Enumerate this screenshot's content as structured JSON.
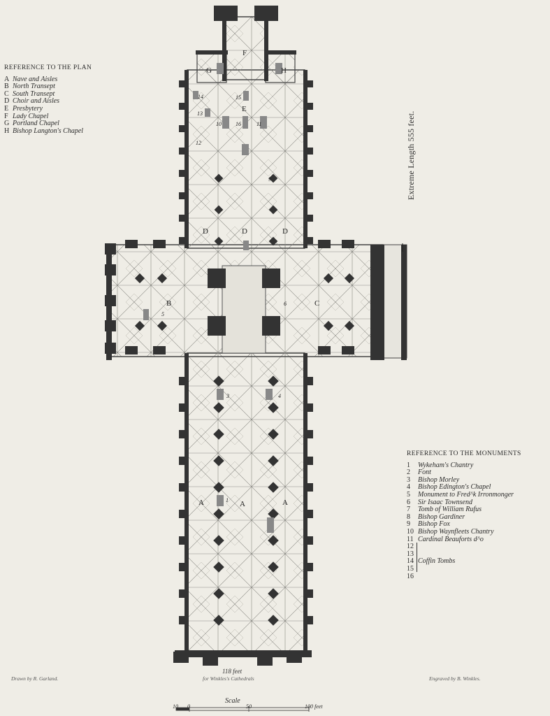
{
  "plan_reference": {
    "title": "REFERENCE TO THE PLAN",
    "items": [
      {
        "key": "A",
        "label": "Nave and Aisles"
      },
      {
        "key": "B",
        "label": "North Transept"
      },
      {
        "key": "C",
        "label": "South Transept"
      },
      {
        "key": "D",
        "label": "Choir and Aisles"
      },
      {
        "key": "E",
        "label": "Presbytery"
      },
      {
        "key": "F",
        "label": "Lady Chapel"
      },
      {
        "key": "G",
        "label": "Portland Chapel"
      },
      {
        "key": "H",
        "label": "Bishop Langton's Chapel"
      }
    ]
  },
  "monuments_reference": {
    "title": "REFERENCE TO THE MONUMENTS",
    "items": [
      {
        "key": "1",
        "label": "Wykeham's Chantry"
      },
      {
        "key": "2",
        "label": "Font"
      },
      {
        "key": "3",
        "label": "Bishop Morley"
      },
      {
        "key": "4",
        "label": "Bishop Edington's Chapel"
      },
      {
        "key": "5",
        "label": "Monument to Fred^k Irronmonger"
      },
      {
        "key": "6",
        "label": "Sir Isaac Townsend"
      },
      {
        "key": "7",
        "label": "Tomb of William Rufus"
      },
      {
        "key": "8",
        "label": "Bishop Gardiner"
      },
      {
        "key": "9",
        "label": "Bishop Fox"
      },
      {
        "key": "10",
        "label": "Bishop Waynfleets Chantry"
      },
      {
        "key": "11",
        "label": "Cardinal Beauforts d^o"
      },
      {
        "key": "12",
        "label": ""
      },
      {
        "key": "13",
        "label": ""
      },
      {
        "key": "14",
        "label": "Coffin Tombs"
      },
      {
        "key": "15",
        "label": ""
      },
      {
        "key": "16",
        "label": ""
      }
    ]
  },
  "dimensions": {
    "extreme_length": "Extreme Length 555 feet.",
    "west_front_width": "118 feet"
  },
  "credits": {
    "drawn_by": "Drawn by R. Garland.",
    "caption": "for Winkles's Cathedrals",
    "engraved_by": "Engraved by B. Winkles."
  },
  "scale": {
    "label": "Scale",
    "ticks": [
      "10",
      "0",
      "50",
      "100 feet"
    ]
  },
  "plan_labels": {
    "nave": "A",
    "north_transept": "B",
    "south_transept": "C",
    "choir": "D",
    "presbytery": "E",
    "lady_chapel": "F",
    "portland_chapel": "G",
    "langton_chapel": "H"
  },
  "colors": {
    "paper": "#efede6",
    "ink": "#2a2a2a",
    "pier": "#333333"
  }
}
